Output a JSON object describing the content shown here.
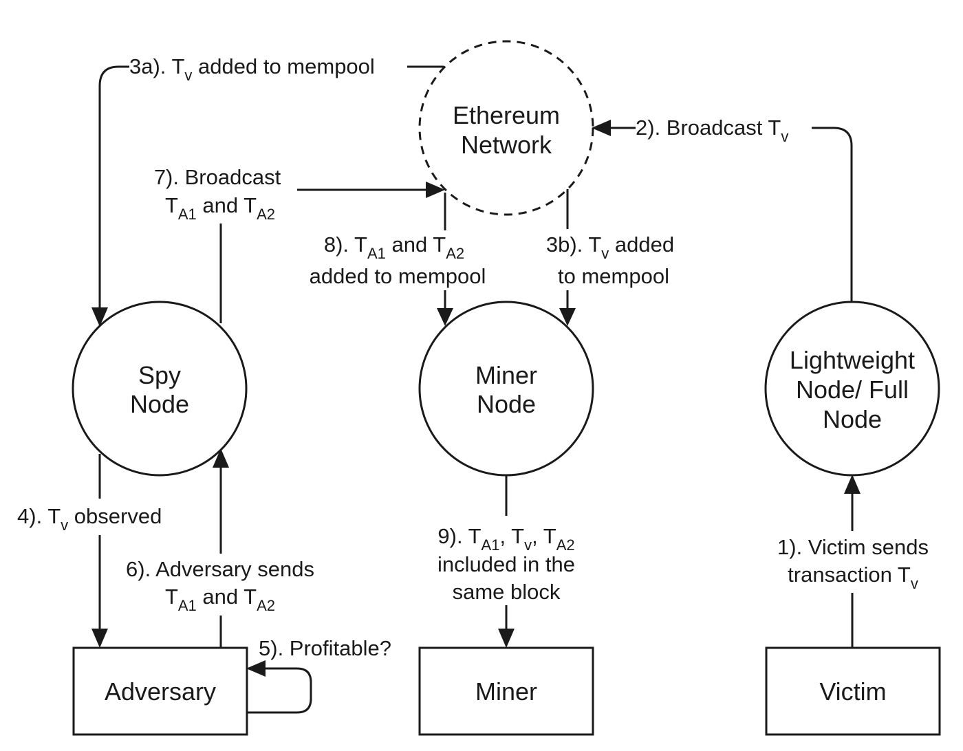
{
  "nodes": {
    "ethereum_network": {
      "lines": [
        "Ethereum",
        "Network"
      ],
      "style": "dashed-circle"
    },
    "spy_node": {
      "lines": [
        "Spy",
        "Node"
      ],
      "style": "circle"
    },
    "miner_node": {
      "lines": [
        "Miner",
        "Node"
      ],
      "style": "circle"
    },
    "full_node": {
      "lines": [
        "Lightweight",
        "Node/ Full",
        "Node"
      ],
      "style": "circle"
    },
    "adversary": {
      "label": "Adversary",
      "style": "box"
    },
    "miner": {
      "label": "Miner",
      "style": "box"
    },
    "victim": {
      "label": "Victim",
      "style": "box"
    }
  },
  "edges": {
    "e1": {
      "line1": "1). Victim sends",
      "line2_pre": "transaction T",
      "line2_sub": "v"
    },
    "e2": {
      "pre": "2). Broadcast T",
      "sub": "v"
    },
    "e3a": {
      "pre": "3a). T",
      "sub": "v",
      "post": " added to mempool"
    },
    "e3b": {
      "line1_pre": "3b). T",
      "line1_sub": "v",
      "line1_post": " added",
      "line2": "to mempool"
    },
    "e4": {
      "pre": "4). T",
      "sub": "v",
      "post": " observed"
    },
    "e5": {
      "label": "5). Profitable?"
    },
    "e6": {
      "line1": "6). Adversary sends",
      "t1": "T",
      "s1": "A1",
      "mid": " and T",
      "s2": "A2"
    },
    "e7": {
      "line1": "7). Broadcast",
      "t1": "T",
      "s1": "A1",
      "mid": " and T",
      "s2": "A2"
    },
    "e8": {
      "pre": "8). T",
      "s1": "A1",
      "mid": " and T",
      "s2": "A2",
      "line2": "added to mempool"
    },
    "e9": {
      "pre": "9). T",
      "s1": "A1",
      "c1": ", T",
      "s2": "v",
      "c2": ", T",
      "s3": "A2",
      "line2": "included in the",
      "line3": "same block"
    }
  }
}
